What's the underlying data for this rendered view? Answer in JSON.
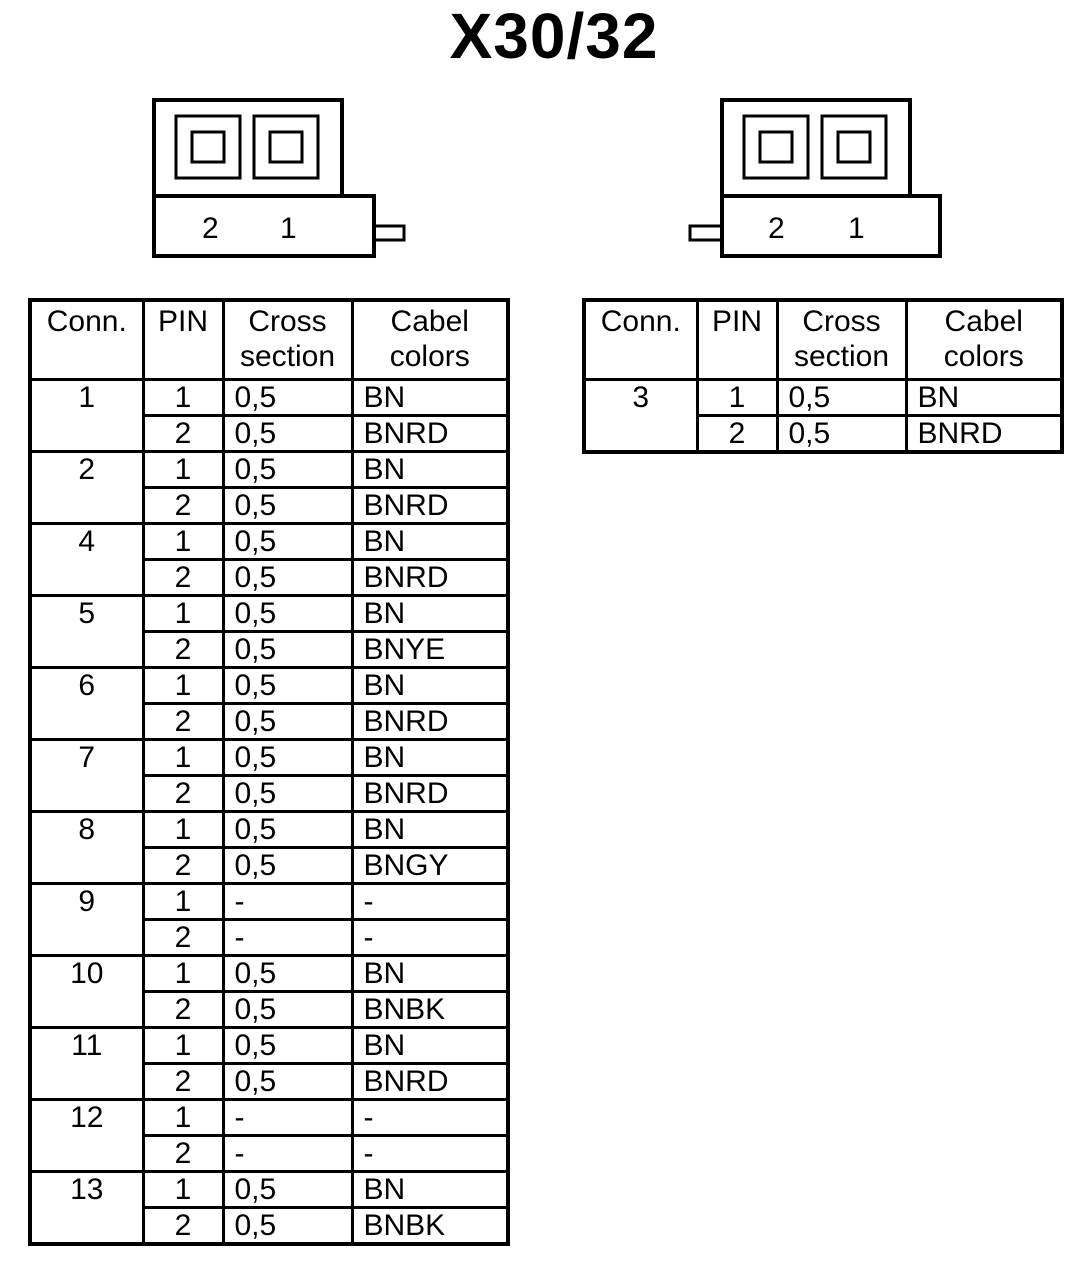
{
  "title": "X30/32",
  "connectors": [
    {
      "pin_labels": [
        "2",
        "1"
      ],
      "key_side": "right"
    },
    {
      "pin_labels": [
        "2",
        "1"
      ],
      "key_side": "left"
    }
  ],
  "tables": [
    {
      "headers": {
        "conn": "Conn.",
        "pin": "PIN",
        "cross_1": "Cross",
        "cross_2": "section",
        "color_1": "Cabel",
        "color_2": "colors"
      },
      "groups": [
        {
          "conn": "1",
          "rows": [
            {
              "pin": "1",
              "cross": "0,5",
              "color": "BN"
            },
            {
              "pin": "2",
              "cross": "0,5",
              "color": "BNRD"
            }
          ]
        },
        {
          "conn": "2",
          "rows": [
            {
              "pin": "1",
              "cross": "0,5",
              "color": "BN"
            },
            {
              "pin": "2",
              "cross": "0,5",
              "color": "BNRD"
            }
          ]
        },
        {
          "conn": "4",
          "rows": [
            {
              "pin": "1",
              "cross": "0,5",
              "color": "BN"
            },
            {
              "pin": "2",
              "cross": "0,5",
              "color": "BNRD"
            }
          ]
        },
        {
          "conn": "5",
          "rows": [
            {
              "pin": "1",
              "cross": "0,5",
              "color": "BN"
            },
            {
              "pin": "2",
              "cross": "0,5",
              "color": "BNYE"
            }
          ]
        },
        {
          "conn": "6",
          "rows": [
            {
              "pin": "1",
              "cross": "0,5",
              "color": "BN"
            },
            {
              "pin": "2",
              "cross": "0,5",
              "color": "BNRD"
            }
          ]
        },
        {
          "conn": "7",
          "rows": [
            {
              "pin": "1",
              "cross": "0,5",
              "color": "BN"
            },
            {
              "pin": "2",
              "cross": "0,5",
              "color": "BNRD"
            }
          ]
        },
        {
          "conn": "8",
          "rows": [
            {
              "pin": "1",
              "cross": "0,5",
              "color": "BN"
            },
            {
              "pin": "2",
              "cross": "0,5",
              "color": "BNGY"
            }
          ]
        },
        {
          "conn": "9",
          "rows": [
            {
              "pin": "1",
              "cross": "-",
              "color": "-"
            },
            {
              "pin": "2",
              "cross": "-",
              "color": "-"
            }
          ]
        },
        {
          "conn": "10",
          "rows": [
            {
              "pin": "1",
              "cross": "0,5",
              "color": "BN"
            },
            {
              "pin": "2",
              "cross": "0,5",
              "color": "BNBK"
            }
          ]
        },
        {
          "conn": "11",
          "rows": [
            {
              "pin": "1",
              "cross": "0,5",
              "color": "BN"
            },
            {
              "pin": "2",
              "cross": "0,5",
              "color": "BNRD"
            }
          ]
        },
        {
          "conn": "12",
          "rows": [
            {
              "pin": "1",
              "cross": "-",
              "color": "-"
            },
            {
              "pin": "2",
              "cross": "-",
              "color": "-"
            }
          ]
        },
        {
          "conn": "13",
          "rows": [
            {
              "pin": "1",
              "cross": "0,5",
              "color": "BN"
            },
            {
              "pin": "2",
              "cross": "0,5",
              "color": "BNBK"
            }
          ]
        }
      ]
    },
    {
      "headers": {
        "conn": "Conn.",
        "pin": "PIN",
        "cross_1": "Cross",
        "cross_2": "section",
        "color_1": "Cabel",
        "color_2": "colors"
      },
      "groups": [
        {
          "conn": "3",
          "rows": [
            {
              "pin": "1",
              "cross": "0,5",
              "color": "BN"
            },
            {
              "pin": "2",
              "cross": "0,5",
              "color": "BNRD"
            }
          ]
        }
      ]
    }
  ]
}
